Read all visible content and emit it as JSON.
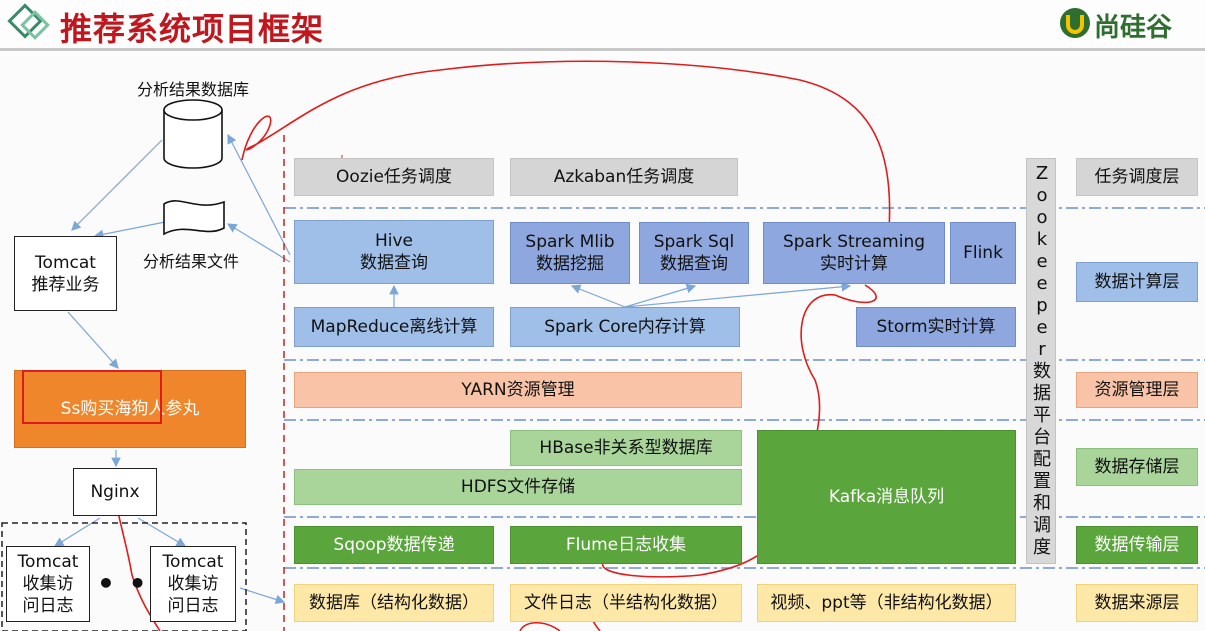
{
  "header": {
    "title": "推荐系统项目框架",
    "logo_text": "尚硅谷"
  },
  "left": {
    "db_label": "分析结果数据库",
    "file_label": "分析结果文件",
    "tomcat_biz": "Tomcat\n推荐业务",
    "shop_banner": "Ss购买海狗人参丸",
    "nginx": "Nginx",
    "tomcat_log": "Tomcat\n收集访\n问日志",
    "dots": "• • •"
  },
  "rows": {
    "scheduling": [
      "Oozie任务调度",
      "Azkaban任务调度"
    ],
    "compute": {
      "hive": "Hive\n数据查询",
      "mlib": "Spark Mlib\n数据挖掘",
      "sql": "Spark Sql\n数据查询",
      "streaming": "Spark Streaming\n实时计算",
      "flink": "Flink",
      "mapreduce": "MapReduce离线计算",
      "spark_core": "Spark Core内存计算",
      "storm": "Storm实时计算"
    },
    "resource": "YARN资源管理",
    "storage": {
      "hbase": "HBase非关系型数据库",
      "hdfs": "HDFS文件存储",
      "kafka": "Kafka消息队列"
    },
    "transport": [
      "Sqoop数据传递",
      "Flume日志收集"
    ],
    "source": [
      "数据库（结构化数据）",
      "文件日志（半结构化数据）",
      "视频、ppt等（非结构化数据）"
    ]
  },
  "zookeeper": [
    "Z",
    "o",
    "o",
    "k",
    "e",
    "e",
    "p",
    "e",
    "r",
    "数",
    "据",
    "平",
    "台",
    "配",
    "置",
    "和",
    "调",
    "度"
  ],
  "layers": [
    "任务调度层",
    "数据计算层",
    "资源管理层",
    "数据存储层",
    "数据传输层",
    "数据来源层"
  ]
}
